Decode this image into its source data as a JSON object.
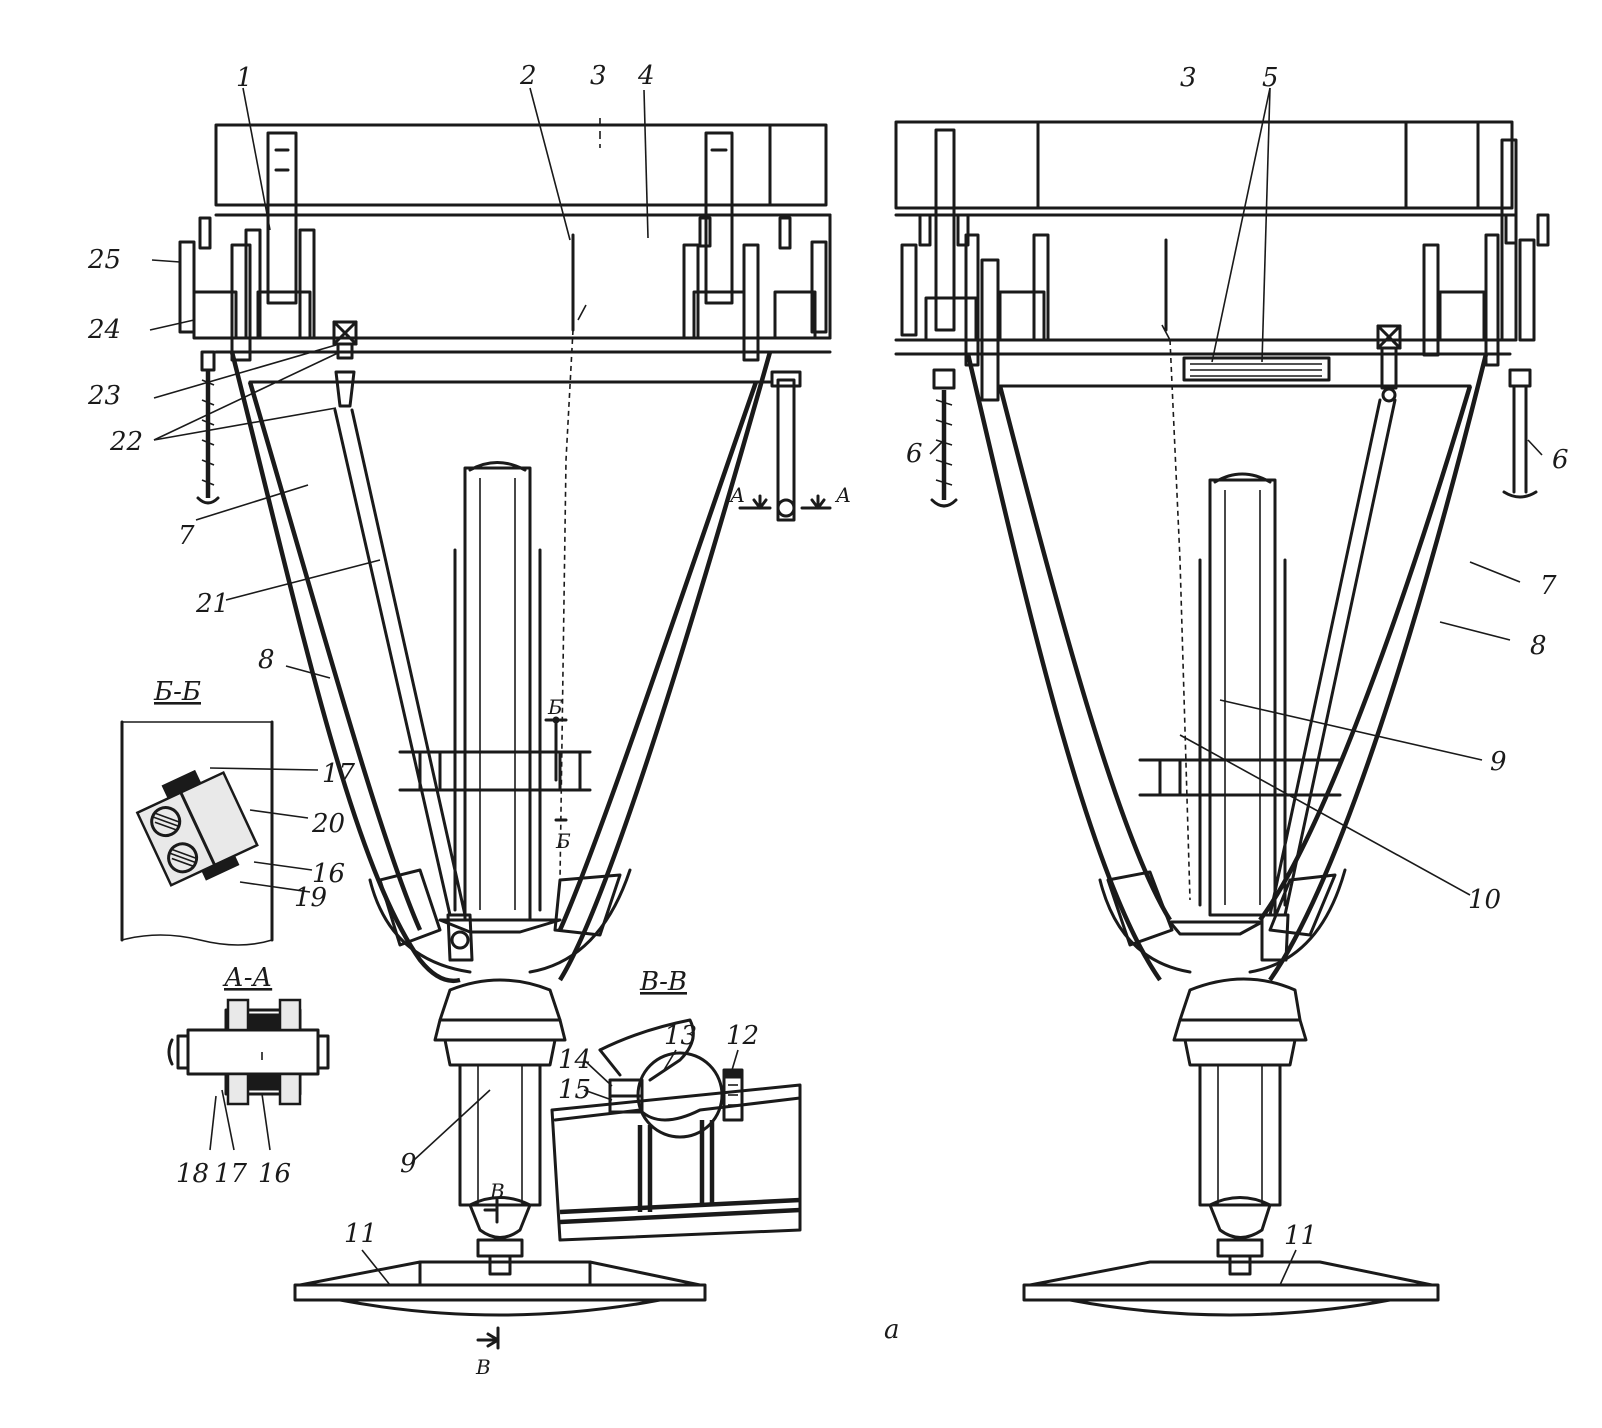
{
  "labels": {
    "l1": "1",
    "l2": "2",
    "l3": "3",
    "l4": "4",
    "l5": "5",
    "l6": "6",
    "l7": "7",
    "l8": "8",
    "l9": "9",
    "l10": "10",
    "l11": "11",
    "l12": "12",
    "l13": "13",
    "l14": "14",
    "l15": "15",
    "l16": "16",
    "l17": "17",
    "l18": "18",
    "l19": "19",
    "l20": "20",
    "l21": "21",
    "l22": "22",
    "l23": "23",
    "l24": "24",
    "l25": "25"
  },
  "sections": {
    "bb": "Б-Б",
    "aa": "А-А",
    "vv": "В-В"
  },
  "cut_marks": {
    "a": "А",
    "b": "Б",
    "v": "В"
  },
  "figure_letter": "a"
}
